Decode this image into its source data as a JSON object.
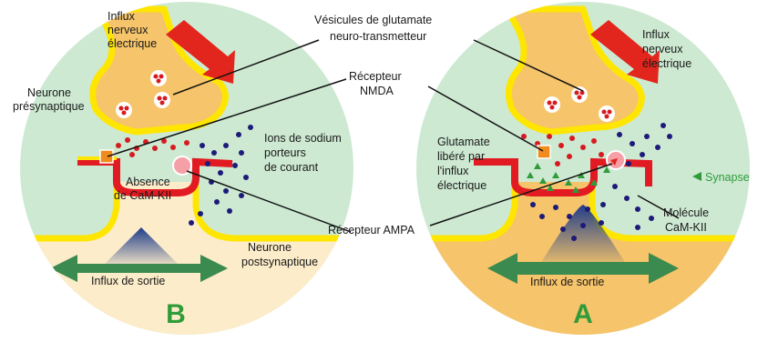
{
  "labels": {
    "influx_b": [
      "Influx",
      "nerveux",
      "électrique"
    ],
    "neurone_pre": [
      "Neurone",
      "présynaptique"
    ],
    "vesicules": [
      "Vésicules de glutamate",
      "neuro-transmetteur"
    ],
    "recepteur_nmda": [
      "Récepteur",
      "NMDA"
    ],
    "ions_sodium": [
      "Ions de sodium",
      "porteurs",
      "de courant"
    ],
    "absence_camk": [
      "Absence",
      "de CaM-KII"
    ],
    "recepteur_ampa": "Récepteur AMPA",
    "neurone_post": [
      "Neurone",
      "postsynaptique"
    ],
    "influx_sortie_b": "Influx de sortie",
    "influx_a": [
      "Influx",
      "nerveux",
      "électrique"
    ],
    "glutamate_libere": [
      "Glutamate",
      "libéré par",
      "l'influx",
      "électrique"
    ],
    "synapse": "Synapse",
    "molecule_camk": [
      "Molécule",
      "CaM-KII"
    ],
    "influx_sortie_a": "Influx de sortie"
  },
  "panels": {
    "left_letter": "B",
    "right_letter": "A"
  },
  "colors": {
    "background_circle": "#cde9d2",
    "neuron_fill": "#f6c46a",
    "neuron_outline": "#ffe600",
    "postsynaptic_membrane": "#e21b22",
    "post_fill_b": "#fcecc9",
    "post_fill_a": "#f6c46a",
    "sodium_ion": "#1d1a7a",
    "glutamate": "#d61b20",
    "camk": "#2f9b3a",
    "arrow_red": "#e2261d",
    "arrow_green": "#3b8a4f",
    "signal_blue": "#1f3d8a",
    "letter_green": "#2f9b3a"
  }
}
